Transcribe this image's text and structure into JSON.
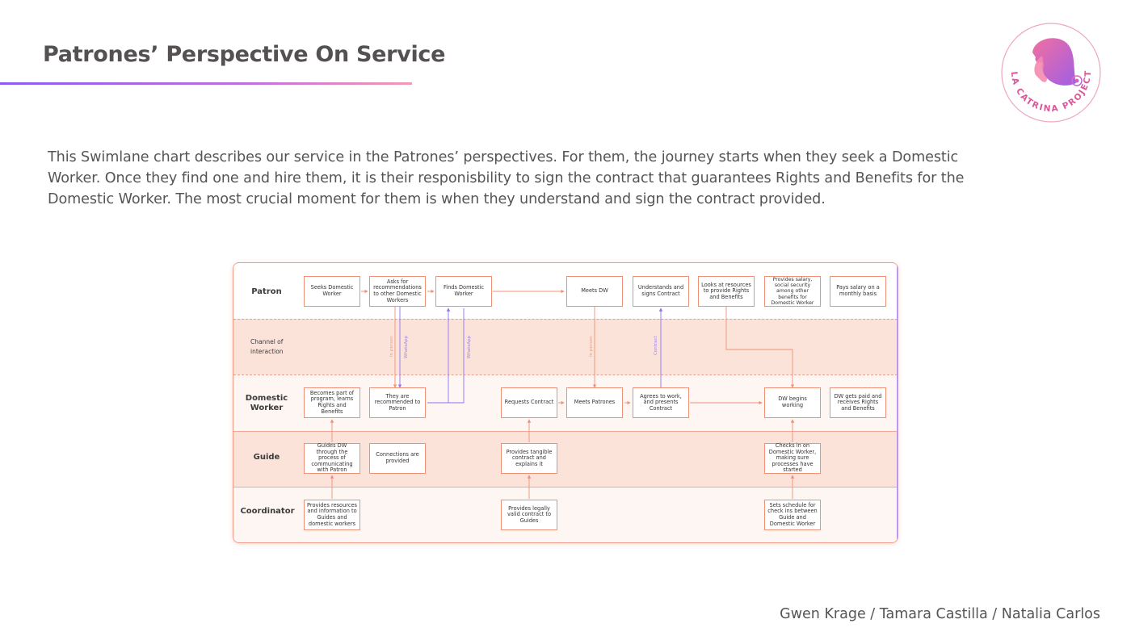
{
  "header": {
    "title": "Patrones’ Perspective On Service"
  },
  "intro": "This Swimlane chart describes our service in the Patrones’ perspectives.  For them, the journey starts when they seek a Domestic Worker. Once they find one and hire them, it is their responisbility to sign the contract that guarantees Rights and Benefits for the Domestic Worker. The most crucial moment for them is when they understand and sign the contract provided.",
  "logo": {
    "text": "LA CATRINA PROJECT",
    "icon": "catrina-face-logo"
  },
  "authors": "Gwen Krage / Tamara Castilla / Natalia Carlos",
  "colors": {
    "accent_purple": "#8a5cf0",
    "accent_pink": "#f29ab2",
    "box_border": "#f09076",
    "lane_mid": "#fbe3da"
  },
  "lanes": {
    "patron": "Patron",
    "channel": "Channel of interaction",
    "domestic": "Domestic Worker",
    "guide": "Guide",
    "coordinator": "Coordinator"
  },
  "patron_steps": {
    "seeks": "Seeks Domestic Worker",
    "asks": "Asks for recommendations to other Domestic Workers",
    "finds": "Finds Domestic Worker",
    "meets": "Meets DW",
    "understands": "Understands and signs Contract",
    "looks": "Looks at resources to provide Rights and Benefits",
    "provides": "Provides salary, social security among other benefits for Domestic Worker",
    "pays": "Pays salary on a monthly basis"
  },
  "dw_steps": {
    "becomes": "Becomes part of program, learns Rights and Benefits",
    "recommended": "They are recommended to Patron",
    "requests": "Requests Contract",
    "meets": "Meets Patrones",
    "agrees": "Agrees to work, and presents Contract",
    "begins": "DW begins working",
    "paid": "DW gets paid and receives Rights and Benefits"
  },
  "guide_steps": {
    "guides": "Guides DW through the process of communicating with Patron",
    "connections": "Connections are provided",
    "tangible": "Provides tangible contract and explains it",
    "checks": "Checks in on Domestic Worker, making sure processes have started"
  },
  "coordinator_steps": {
    "resources": "Provides resources and information to Guides and domestic workers",
    "legal": "Provides legally valid contract to Guides",
    "schedule": "Sets schedule for check ins between Guide and Domestic Worker"
  },
  "channel_labels": {
    "in_person_1": "In person",
    "whatsapp_1": "WhatsApp",
    "whatsapp_2": "WhatsApp",
    "in_person_2": "In person",
    "contract": "Contract"
  }
}
